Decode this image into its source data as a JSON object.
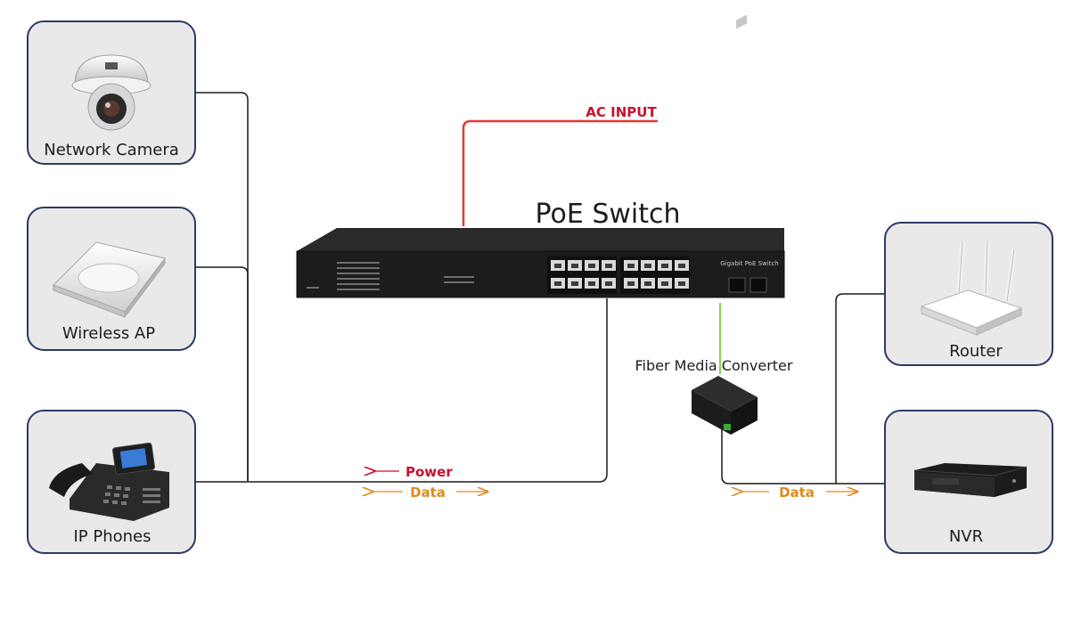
{
  "colors": {
    "box_stroke": "#2b3a67",
    "box_fill": "#e9e9e9",
    "power": "#c8102e",
    "data": "#e08a1e",
    "ac_line": "#e53935",
    "fiber_line": "#8bd44a",
    "wire": "#1a1a1a",
    "switch_body": "#1c1c1c"
  },
  "devices": {
    "camera": {
      "label": "Network Camera",
      "icon": "camera-icon"
    },
    "wireless_ap": {
      "label": "Wireless AP",
      "icon": "access-point-icon"
    },
    "ip_phones": {
      "label": "IP Phones",
      "icon": "phone-icon"
    },
    "router": {
      "label": "Router",
      "icon": "router-icon"
    },
    "nvr": {
      "label": "NVR",
      "icon": "nvr-icon"
    }
  },
  "switch": {
    "title": "PoE Switch",
    "model_text": "Gigabit PoE Switch"
  },
  "fiber_converter": {
    "label": "Fiber Media Converter"
  },
  "ac_input": {
    "label": "AC INPUT"
  },
  "legend_left": {
    "power": "Power",
    "data": "Data"
  },
  "legend_right": {
    "data": "Data"
  }
}
